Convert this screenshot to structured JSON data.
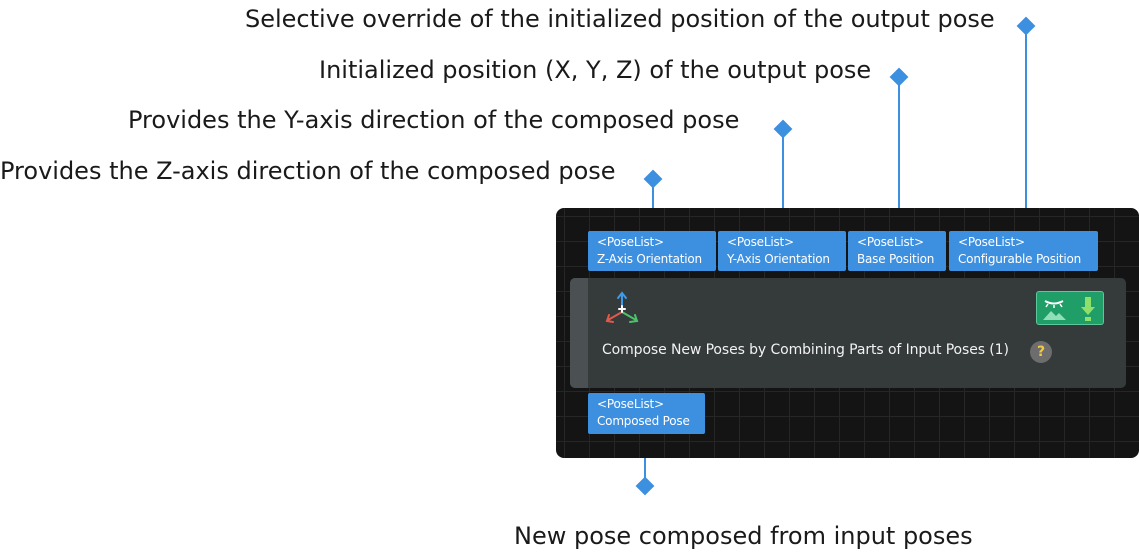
{
  "callouts": {
    "top1": "Selective override of the initialized position of the output pose",
    "top2": "Initialized position (X, Y, Z) of the output pose",
    "top3": "Provides the Y-axis direction of the composed pose",
    "top4": "Provides the Z-axis direction of the composed pose",
    "bottom": "New pose composed from input poses"
  },
  "inputs": [
    {
      "type": "<PoseList>",
      "label": "Z-Axis Orientation"
    },
    {
      "type": "<PoseList>",
      "label": "Y-Axis Orientation"
    },
    {
      "type": "<PoseList>",
      "label": "Base Position"
    },
    {
      "type": "<PoseList>",
      "label": "Configurable Position"
    }
  ],
  "output": {
    "type": "<PoseList>",
    "label": "Composed Pose"
  },
  "node": {
    "title": "Compose New Poses by Combining Parts of Input Poses (1)",
    "help": "?"
  },
  "colors": {
    "port": "#3d8fe0",
    "leader": "#3d8fe0",
    "node_bg": "#353a3b",
    "canvas_bg": "#141414",
    "tool_button": "#1f9e68"
  },
  "icons": [
    "axis-icon",
    "visibility-icon",
    "download-icon",
    "help-icon"
  ]
}
